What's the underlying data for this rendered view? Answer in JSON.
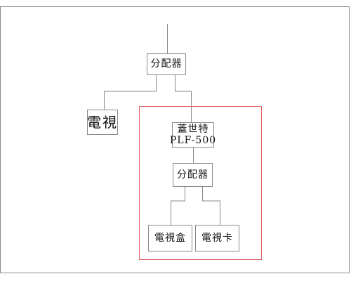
{
  "diagram": {
    "nodes": {
      "splitter_top": "分配器",
      "tv": "電視",
      "plc_line1": "蓋世特",
      "plc_line2": "PLF-500",
      "splitter_inner": "分配器",
      "tv_box": "電視盒",
      "tv_card": "電視卡"
    },
    "colors": {
      "frame": "#8c8c8c",
      "line": "#8a8a8a",
      "group_border": "#e06060"
    }
  }
}
